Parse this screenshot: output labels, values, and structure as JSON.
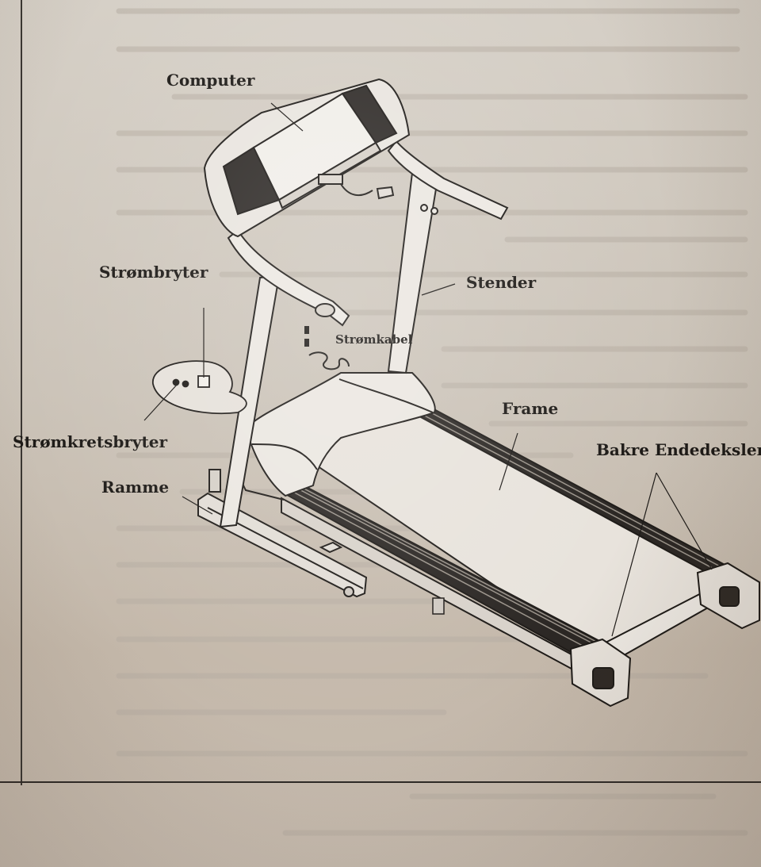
{
  "diagram": {
    "labels": {
      "computer": "Computer",
      "strombryter": "Strømbryter",
      "stender": "Stender",
      "stromkabel": "Strømkabel",
      "frame": "Frame",
      "bakre_endedeksler": "Bakre Endedeksler",
      "stromkretsbryter": "Strømkretsbryter",
      "ramme": "Ramme"
    }
  }
}
